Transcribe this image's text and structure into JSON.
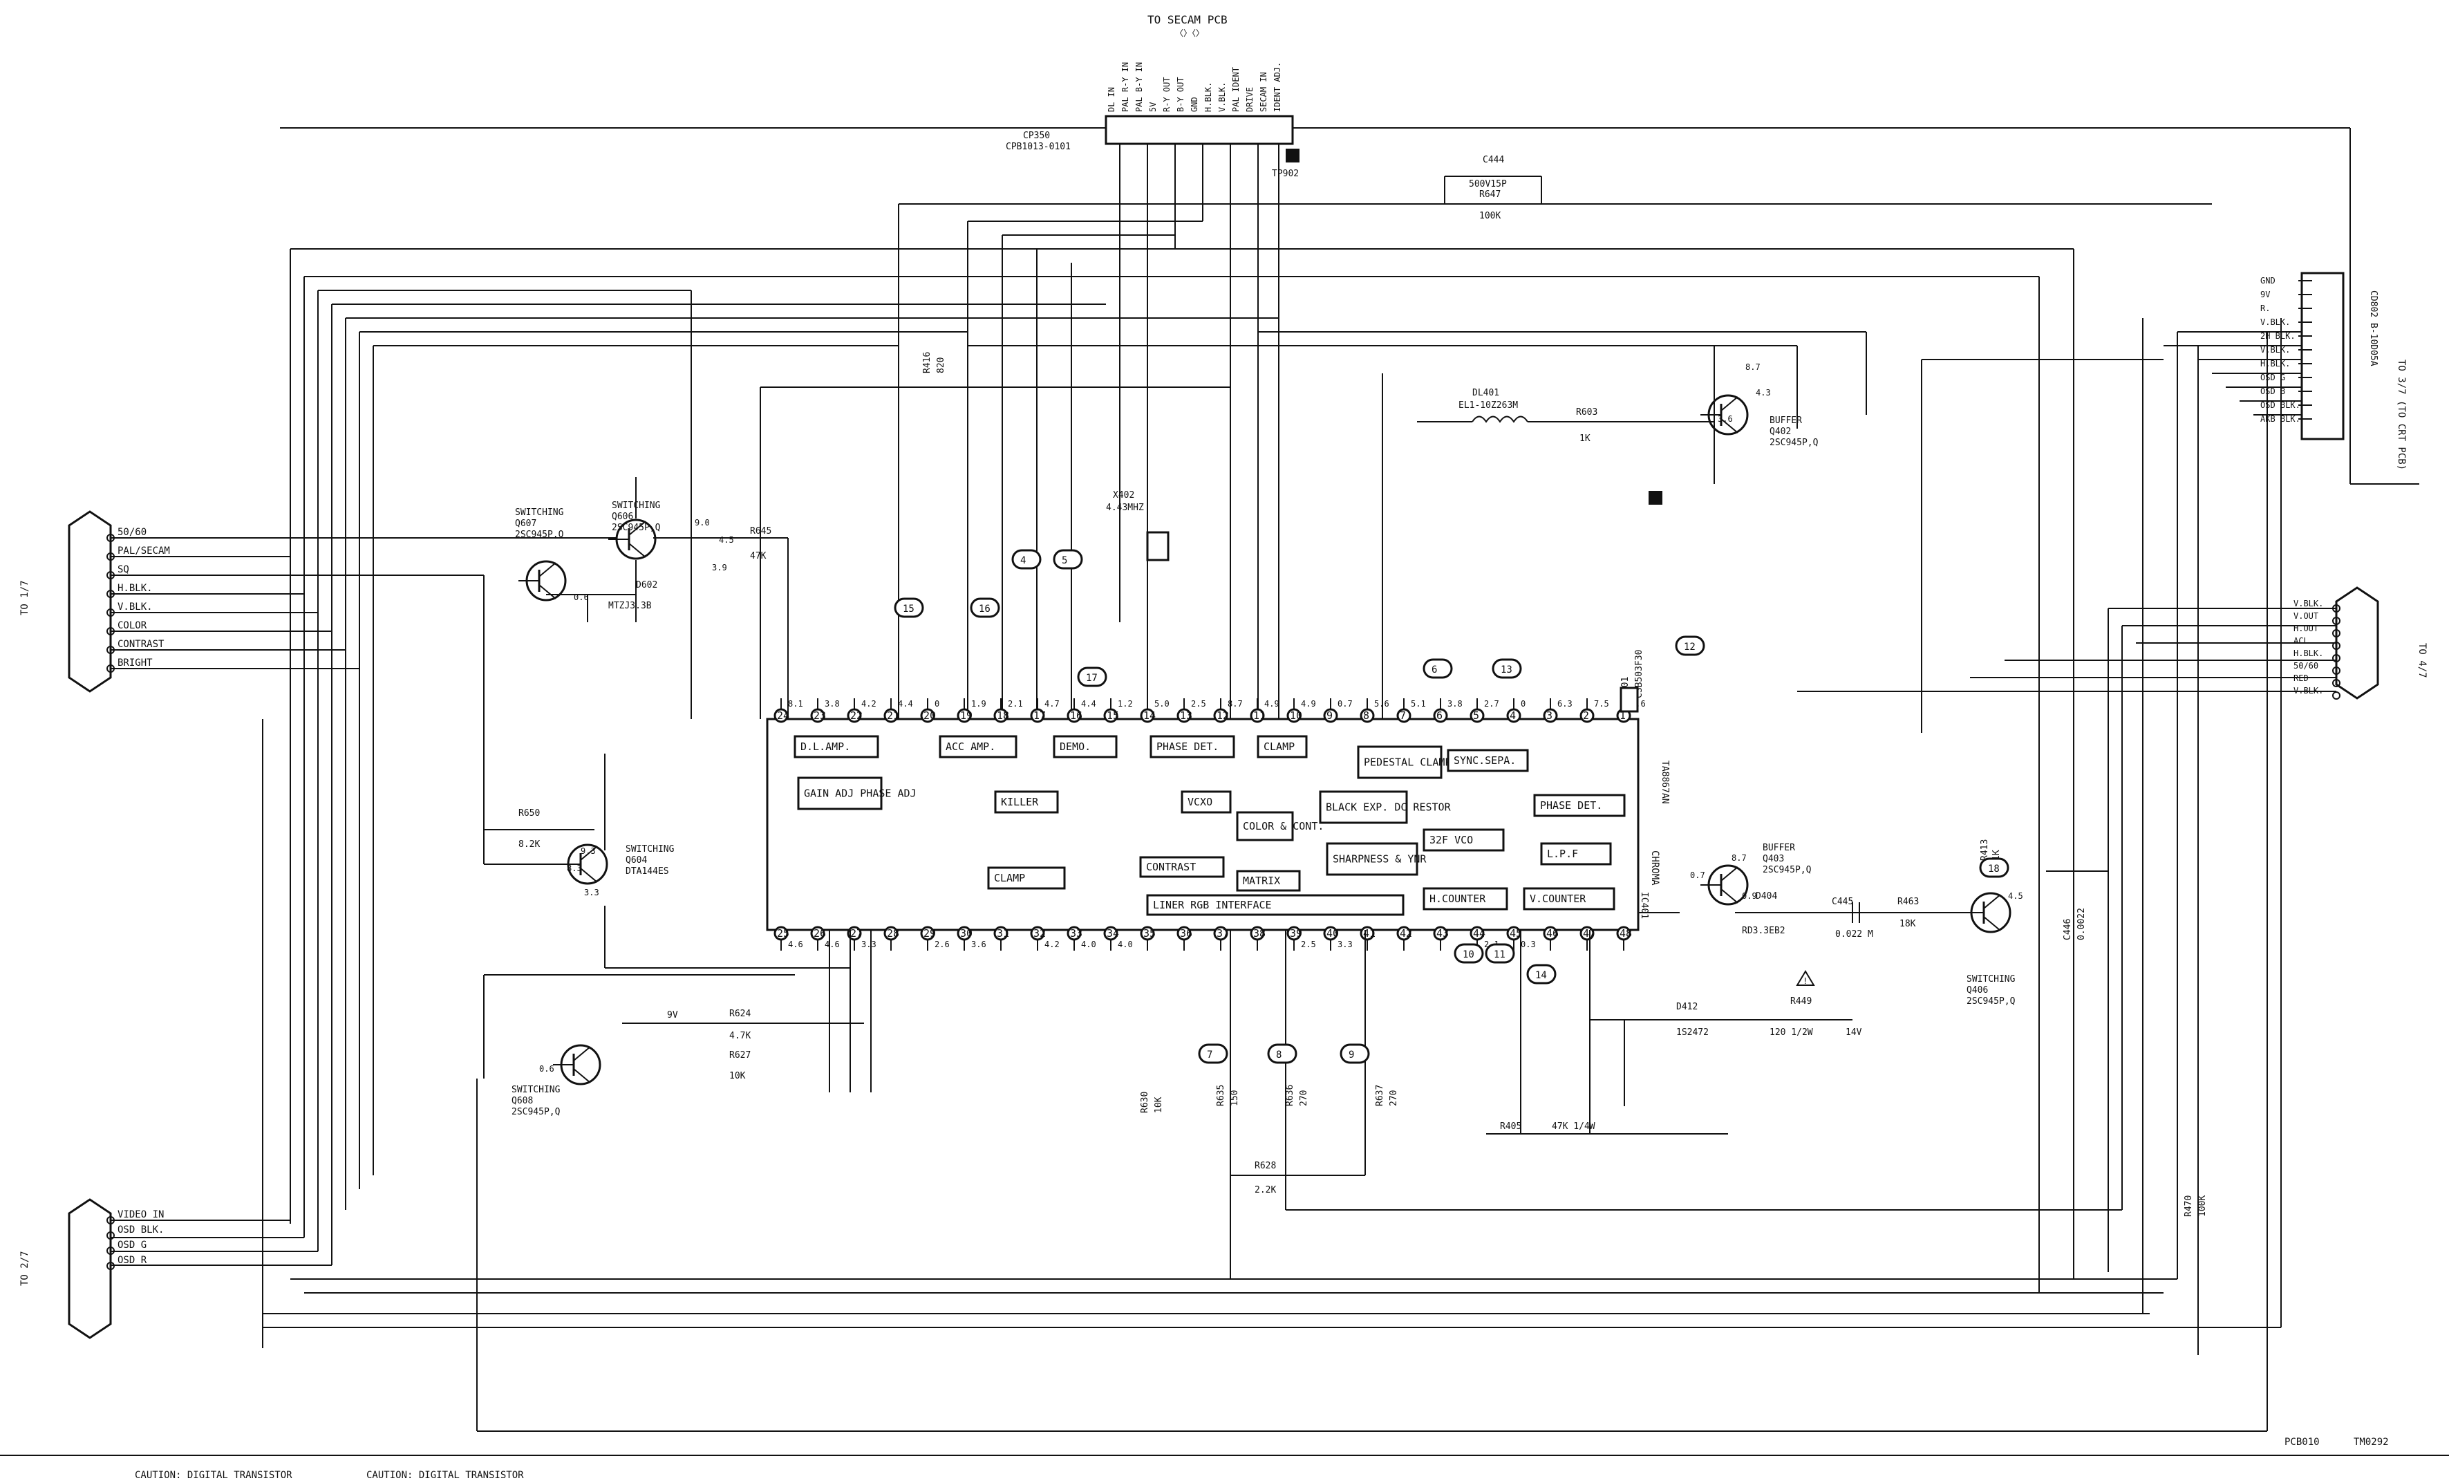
{
  "header": {
    "to_secam_pcb": "TO SECAM PCB",
    "cp350_ref": "CP350",
    "cp350_part": "CPB1013-0101",
    "tp902": "TP902",
    "secam_pins": [
      "DL IN",
      "PAL R-Y IN",
      "PAL B-Y IN",
      "5V",
      "R-Y OUT",
      "B-Y OUT",
      "GND",
      "H.BLK.",
      "V.BLK.",
      "PAL IDENT",
      "DRIVE",
      "SECAM IN",
      "IDENT ADJ."
    ]
  },
  "left_connector_1": {
    "title": "TO 1/7",
    "pins": [
      "50/60",
      "PAL/SECAM",
      "SQ",
      "H.BLK.",
      "V.BLK.",
      "COLOR",
      "CONTRAST",
      "BRIGHT"
    ]
  },
  "left_connector_2": {
    "title": "TO 2/7",
    "pins": [
      "VIDEO IN",
      "OSD BLK.",
      "OSD G",
      "OSD R"
    ]
  },
  "right_connector_crt": {
    "title": "TO 3/7 (TO CRT PCB)",
    "ref": "CD802 B-10D05A",
    "pins": [
      "GND",
      "9V",
      "R.",
      "V.BLK.",
      "2H BLK.",
      "V.BLK.",
      "H.BLK.",
      "OSD G",
      "OSD B",
      "OSD BLK.",
      "AKB BLK."
    ]
  },
  "right_connector_4": {
    "title": "TO 4/7",
    "pins": [
      "V.BLK.",
      "V.OUT",
      "H.OUT",
      "ACL",
      "H.BLK.",
      "50/60",
      "RED",
      "V.BLK."
    ]
  },
  "ic": {
    "ref": "IC401",
    "part": "TA8867AN",
    "name": "CHROMA",
    "top_pins": [
      "24",
      "23",
      "22",
      "21",
      "20",
      "19",
      "18",
      "17",
      "16",
      "15",
      "14",
      "13",
      "12",
      "11",
      "10",
      "9",
      "8",
      "7",
      "6",
      "5",
      "4",
      "3",
      "2",
      "1"
    ],
    "bottom_pins": [
      "25",
      "26",
      "27",
      "28",
      "29",
      "30",
      "31",
      "32",
      "33",
      "34",
      "35",
      "36",
      "37",
      "38",
      "39",
      "40",
      "41",
      "42",
      "43",
      "44",
      "45",
      "46",
      "47",
      "48"
    ],
    "top_volts": [
      "8.1",
      "3.8",
      "4.2",
      "4.4",
      "0",
      "1.9",
      "2.1",
      "4.7",
      "4.4",
      "1.2",
      "5.0",
      "2.5",
      "8.7",
      "4.9",
      "4.9",
      "0.7",
      "5.6",
      "5.1",
      "3.8",
      "2.7",
      "0",
      "6.3",
      "7.5",
      "5.6"
    ],
    "bottom_volts": [
      "4.6",
      "4.6",
      "3.3",
      "",
      "2.6",
      "3.6",
      "",
      "4.2",
      "4.0",
      "4.0",
      "",
      "",
      "",
      "",
      "2.5",
      "3.3",
      "",
      "",
      "",
      "2.1",
      "0.3",
      "",
      "",
      ""
    ],
    "blocks": [
      "D.L.AMP.",
      "ACC AMP.",
      "DEMO.",
      "PHASE DET.",
      "CLAMP",
      "GAIN ADJ PHASE ADJ",
      "KILLER",
      "VCXO",
      "COLOR & CONT.",
      "PEDESTAL CLAMP",
      "SYNC.SEPA.",
      "BLACK EXP. DC RESTOR",
      "PHASE DET.",
      "SHARPNESS & YNR",
      "32F VCO",
      "L.P.F",
      "CONTRAST",
      "MATRIX",
      "CLAMP",
      "LINER RGB INTERFACE",
      "H.COUNTER",
      "V.COUNTER"
    ]
  },
  "transistors": [
    {
      "ref": "Q607",
      "part": "2SC945P,Q",
      "role": "SWITCHING"
    },
    {
      "ref": "Q606",
      "part": "2SC945P,Q",
      "role": "SWITCHING"
    },
    {
      "ref": "Q604",
      "part": "DTA144ES",
      "role": "SWITCHING"
    },
    {
      "ref": "Q608",
      "part": "2SC945P,Q",
      "role": "SWITCHING"
    },
    {
      "ref": "Q402",
      "part": "2SC945P,Q",
      "role": "BUFFER"
    },
    {
      "ref": "Q403",
      "part": "2SC945P,Q",
      "role": "BUFFER"
    },
    {
      "ref": "Q406",
      "part": "2SC945P,Q",
      "role": "SWITCHING"
    }
  ],
  "parts": {
    "c444": "C444",
    "c444_val": "500V15P",
    "r647": "R647",
    "r647_val": "100K",
    "dl401": "DL401",
    "dl401_val": "EL1-10Z263M",
    "r603": "R603",
    "r603_val": "1K",
    "x402": "X402",
    "x402_val": "4.43MHZ",
    "x401": "X401",
    "x401_val": "CSB503F30",
    "r416": "R416",
    "r416_val": "820",
    "r645": "R645",
    "r645_val": "47K",
    "r650": "R650",
    "r650_val": "8.2K",
    "d602": "D602",
    "d602_val": "MTZJ3.3B",
    "r624": "R624",
    "r624_val": "4.7K",
    "r627": "R627",
    "r627_val": "10K",
    "r628": "R628",
    "r628_val": "2.2K",
    "r449": "R449",
    "r449_val": "120 1/2W",
    "d412": "D412",
    "d412_val": "1S2472",
    "r405": "R405",
    "r405_val": "47K 1/4W",
    "c445": "C445",
    "c445_val": "0.022 M",
    "r463": "R463",
    "r463_val": "18K",
    "r413": "R413",
    "r413_val": "1K",
    "c446": "C446",
    "c446_val": "0.0022",
    "r470": "R470",
    "r470_val": "100K",
    "d404": "D404",
    "d404_val": "RD3.3EB2",
    "r635": "R635",
    "r636": "R636",
    "r637": "R637",
    "r_val_270": "270",
    "r_val_150": "150",
    "r630": "R630",
    "r630_val": "10K",
    "v9": "9V",
    "v14": "14V",
    "volt_q606": "9.0",
    "volt_q606b": "4.5",
    "volt_q606c": "3.9",
    "volt_q607": "0.6",
    "volt_q604a": "9.3",
    "volt_q604b": "8.3",
    "volt_q604c": "3.3",
    "volt_q608": "0.6",
    "volt_q402a": "8.7",
    "volt_q402b": "4.3",
    "volt_q402c": "3.6",
    "volt_q403a": "8.7",
    "volt_q403b": "0.7",
    "volt_q403c": "0.9",
    "volt_q406": "4.5",
    "node_labels": [
      "15",
      "16",
      "4",
      "5",
      "17",
      "6",
      "13",
      "12",
      "18",
      "7",
      "8",
      "9",
      "10",
      "11",
      "14"
    ]
  },
  "footer": {
    "caution_1": "CAUTION: DIGITAL TRANSISTOR",
    "caution_2": "CAUTION: DIGITAL TRANSISTOR",
    "pcb_ref": "PCB010",
    "drawing_no": "TM0292"
  }
}
